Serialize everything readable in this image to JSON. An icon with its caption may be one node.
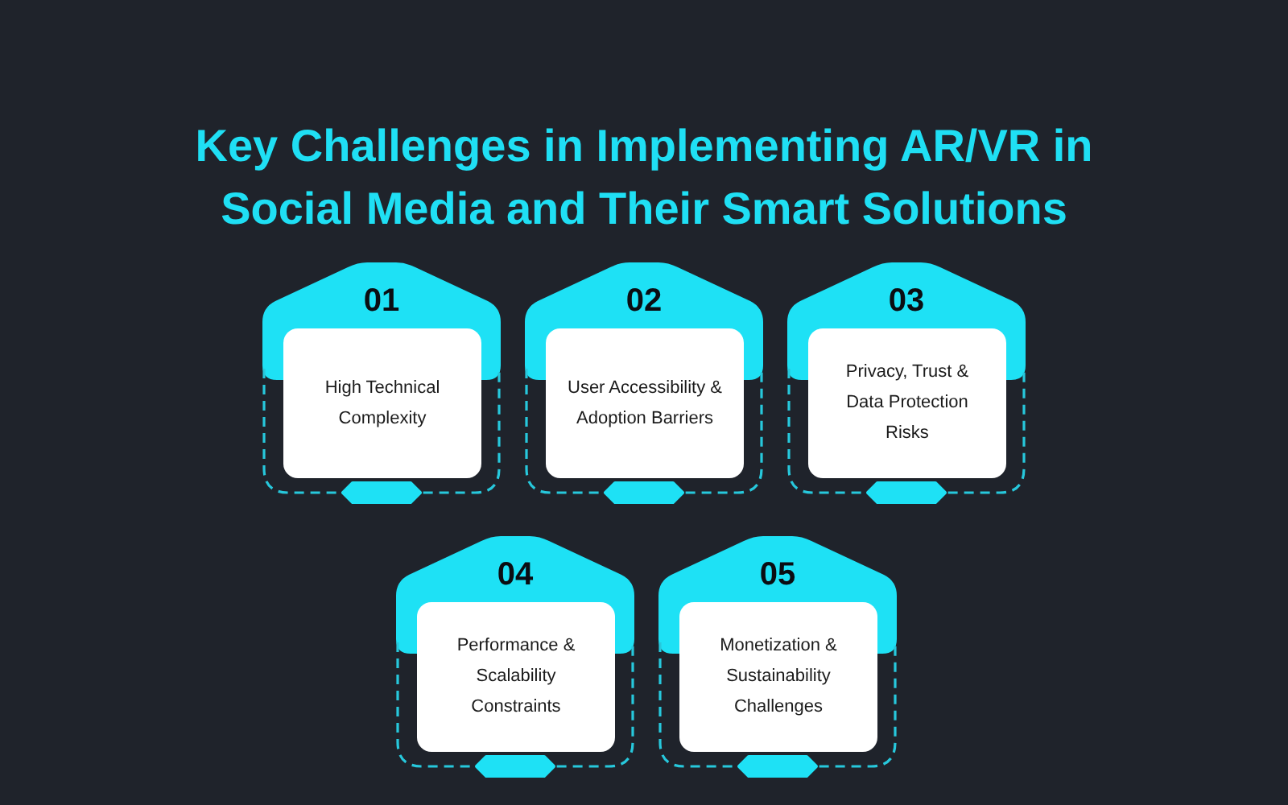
{
  "diagram": {
    "title": "Key Challenges in Implementing AR/VR in Social Media and Their Smart Solutions",
    "nodes": [
      {
        "text": [
          "01"
        ]
      },
      {
        "text": [
          "High Technical Complexity"
        ],
        "in": 0
      },
      {
        "text": [
          "02"
        ]
      },
      {
        "text": [
          "User Accessibility & Adoption Barriers"
        ],
        "in": 2
      },
      {
        "text": [
          "03"
        ]
      },
      {
        "text": [
          "Privacy, Trust & Data Protection Risks"
        ],
        "in": 4
      },
      {
        "text": [
          "04"
        ]
      },
      {
        "text": [
          "Performance & Scalability Constraints"
        ],
        "in": 6
      },
      {
        "text": [
          "05"
        ]
      },
      {
        "text": [
          "Monetization & Sustainability Challenges"
        ],
        "in": 8
      }
    ]
  }
}
